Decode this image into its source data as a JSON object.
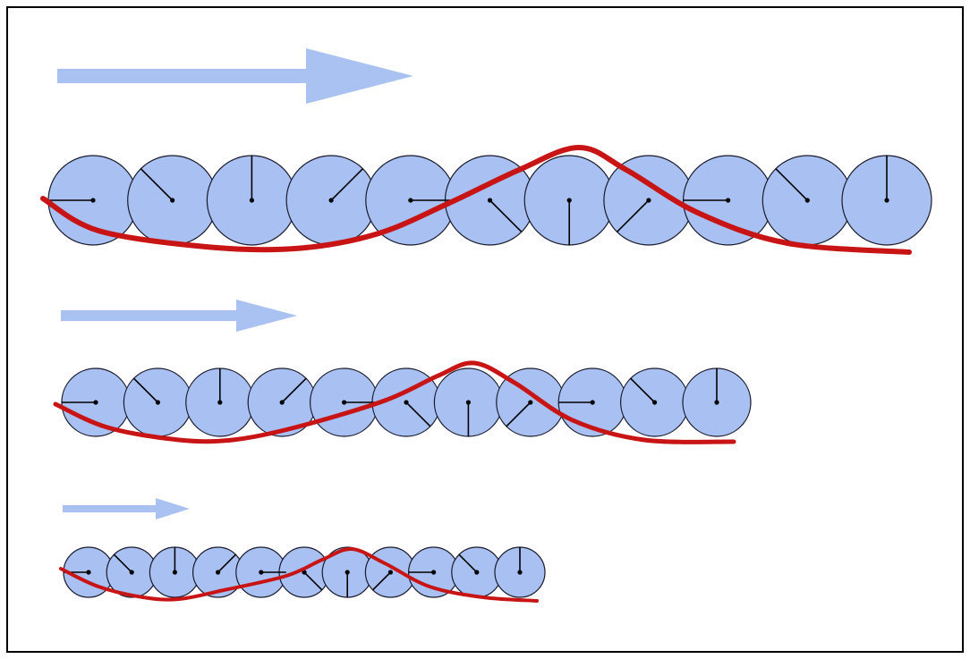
{
  "diagram": {
    "colors": {
      "background": "#ffffff",
      "frame": "#000000",
      "arrow": "#a9c2f2",
      "circle_fill": "#a8c1f2",
      "circle_stroke": "#1a1a2a",
      "radius_line": "#000000",
      "curve": "#c81414"
    },
    "rows": [
      {
        "name": "large-row",
        "arrow_level": "long",
        "circle_count": 11,
        "rotation_step_deg": 45
      },
      {
        "name": "medium-row",
        "arrow_level": "medium",
        "circle_count": 11,
        "rotation_step_deg": 45
      },
      {
        "name": "small-row",
        "arrow_level": "short",
        "circle_count": 11,
        "rotation_step_deg": 45
      }
    ]
  }
}
